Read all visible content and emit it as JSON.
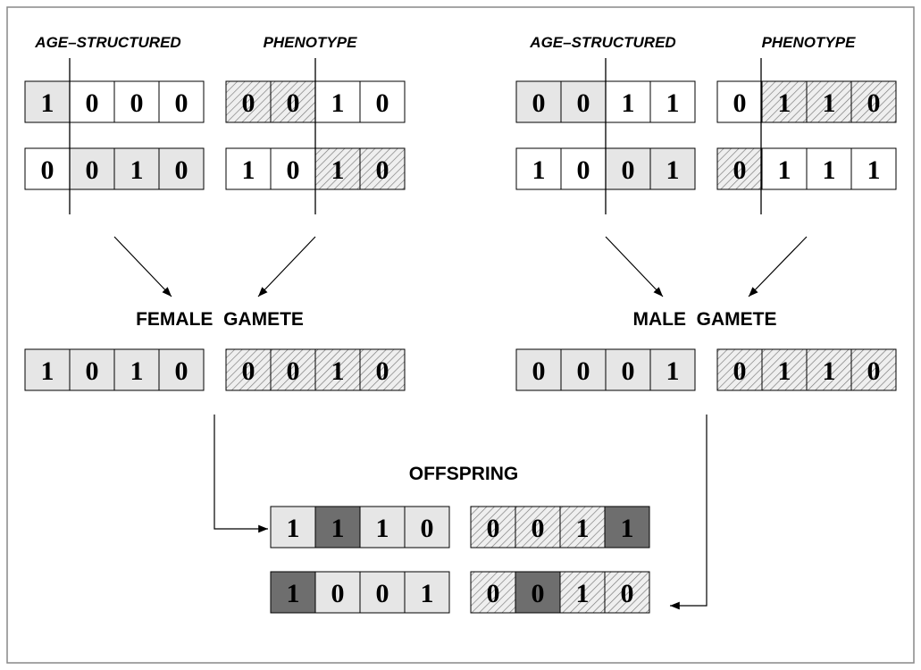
{
  "colors": {
    "light_gray": "#e6e6e6",
    "dark_gray": "#6e6e6e",
    "white": "#ffffff",
    "hatch_bg": "#efefef",
    "hatch_line": "#777777",
    "stroke": "#000000"
  },
  "labels": {
    "age_structured": "AGE–STRUCTURED",
    "phenotype": "PHENOTYPE",
    "female_gamete": "FEMALE  GAMETE",
    "male_gamete": "MALE  GAMETE",
    "offspring": "OFFSPRING"
  },
  "female_parent": {
    "chromosome_1": {
      "age_structured": [
        {
          "bit": "1",
          "style": "light"
        },
        {
          "bit": "0",
          "style": "white"
        },
        {
          "bit": "0",
          "style": "white"
        },
        {
          "bit": "0",
          "style": "white"
        }
      ],
      "phenotype": [
        {
          "bit": "0",
          "style": "hatch"
        },
        {
          "bit": "0",
          "style": "hatch"
        },
        {
          "bit": "1",
          "style": "white"
        },
        {
          "bit": "0",
          "style": "white"
        }
      ]
    },
    "chromosome_2": {
      "age_structured": [
        {
          "bit": "0",
          "style": "white"
        },
        {
          "bit": "0",
          "style": "light"
        },
        {
          "bit": "1",
          "style": "light"
        },
        {
          "bit": "0",
          "style": "light"
        }
      ],
      "phenotype": [
        {
          "bit": "1",
          "style": "white"
        },
        {
          "bit": "0",
          "style": "white"
        },
        {
          "bit": "1",
          "style": "hatch"
        },
        {
          "bit": "0",
          "style": "hatch"
        }
      ]
    }
  },
  "male_parent": {
    "chromosome_1": {
      "age_structured": [
        {
          "bit": "0",
          "style": "light"
        },
        {
          "bit": "0",
          "style": "light"
        },
        {
          "bit": "1",
          "style": "white"
        },
        {
          "bit": "1",
          "style": "white"
        }
      ],
      "phenotype": [
        {
          "bit": "0",
          "style": "white"
        },
        {
          "bit": "1",
          "style": "hatch"
        },
        {
          "bit": "1",
          "style": "hatch"
        },
        {
          "bit": "0",
          "style": "hatch"
        }
      ]
    },
    "chromosome_2": {
      "age_structured": [
        {
          "bit": "1",
          "style": "white"
        },
        {
          "bit": "0",
          "style": "white"
        },
        {
          "bit": "0",
          "style": "light"
        },
        {
          "bit": "1",
          "style": "light"
        }
      ],
      "phenotype": [
        {
          "bit": "0",
          "style": "hatch"
        },
        {
          "bit": "1",
          "style": "white"
        },
        {
          "bit": "1",
          "style": "white"
        },
        {
          "bit": "1",
          "style": "white"
        }
      ]
    }
  },
  "female_gamete": {
    "age_structured": [
      {
        "bit": "1",
        "style": "light"
      },
      {
        "bit": "0",
        "style": "light"
      },
      {
        "bit": "1",
        "style": "light"
      },
      {
        "bit": "0",
        "style": "light"
      }
    ],
    "phenotype": [
      {
        "bit": "0",
        "style": "hatch"
      },
      {
        "bit": "0",
        "style": "hatch"
      },
      {
        "bit": "1",
        "style": "hatch"
      },
      {
        "bit": "0",
        "style": "hatch"
      }
    ]
  },
  "male_gamete": {
    "age_structured": [
      {
        "bit": "0",
        "style": "light"
      },
      {
        "bit": "0",
        "style": "light"
      },
      {
        "bit": "0",
        "style": "light"
      },
      {
        "bit": "1",
        "style": "light"
      }
    ],
    "phenotype": [
      {
        "bit": "0",
        "style": "hatch"
      },
      {
        "bit": "1",
        "style": "hatch"
      },
      {
        "bit": "1",
        "style": "hatch"
      },
      {
        "bit": "0",
        "style": "hatch"
      }
    ]
  },
  "offspring": {
    "chromosome_1": {
      "age_structured": [
        {
          "bit": "1",
          "style": "light"
        },
        {
          "bit": "1",
          "style": "dark"
        },
        {
          "bit": "1",
          "style": "light"
        },
        {
          "bit": "0",
          "style": "light"
        }
      ],
      "phenotype": [
        {
          "bit": "0",
          "style": "hatch"
        },
        {
          "bit": "0",
          "style": "hatch"
        },
        {
          "bit": "1",
          "style": "hatch"
        },
        {
          "bit": "1",
          "style": "dark"
        }
      ]
    },
    "chromosome_2": {
      "age_structured": [
        {
          "bit": "1",
          "style": "dark"
        },
        {
          "bit": "0",
          "style": "light"
        },
        {
          "bit": "0",
          "style": "light"
        },
        {
          "bit": "1",
          "style": "light"
        }
      ],
      "phenotype": [
        {
          "bit": "0",
          "style": "hatch"
        },
        {
          "bit": "0",
          "style": "dark"
        },
        {
          "bit": "1",
          "style": "hatch"
        },
        {
          "bit": "0",
          "style": "hatch"
        }
      ]
    }
  }
}
